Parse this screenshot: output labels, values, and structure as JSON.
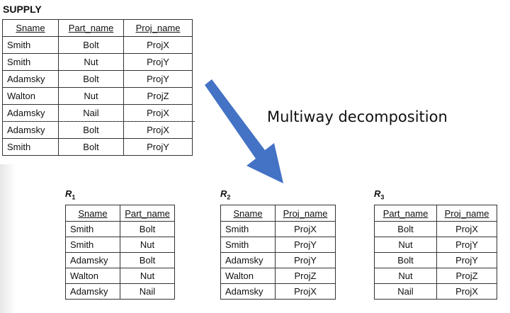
{
  "supply": {
    "title": "SUPPLY",
    "headers": [
      "Sname",
      "Part_name",
      "Proj_name"
    ],
    "rows": [
      [
        "Smith",
        "Bolt",
        "ProjX"
      ],
      [
        "Smith",
        "Nut",
        "ProjY"
      ],
      [
        "Adamsky",
        "Bolt",
        "ProjY"
      ],
      [
        "Walton",
        "Nut",
        "ProjZ"
      ],
      [
        "Adamsky",
        "Nail",
        "ProjX"
      ],
      [
        "Adamsky",
        "Bolt",
        "ProjX"
      ],
      [
        "Smith",
        "Bolt",
        "ProjY"
      ]
    ]
  },
  "caption": "Multiway decomposition",
  "arrow_color": "#4472c4",
  "r1": {
    "letter": "R",
    "index": "1",
    "headers": [
      "Sname",
      "Part_name"
    ],
    "rows": [
      [
        "Smith",
        "Bolt"
      ],
      [
        "Smith",
        "Nut"
      ],
      [
        "Adamsky",
        "Bolt"
      ],
      [
        "Walton",
        "Nut"
      ],
      [
        "Adamsky",
        "Nail"
      ]
    ]
  },
  "r2": {
    "letter": "R",
    "index": "2",
    "headers": [
      "Sname",
      "Proj_name"
    ],
    "rows": [
      [
        "Smith",
        "ProjX"
      ],
      [
        "Smith",
        "ProjY"
      ],
      [
        "Adamsky",
        "ProjY"
      ],
      [
        "Walton",
        "ProjZ"
      ],
      [
        "Adamsky",
        "ProjX"
      ]
    ]
  },
  "r3": {
    "letter": "R",
    "index": "3",
    "headers": [
      "Part_name",
      "Proj_name"
    ],
    "rows": [
      [
        "Bolt",
        "ProjX"
      ],
      [
        "Nut",
        "ProjY"
      ],
      [
        "Bolt",
        "ProjY"
      ],
      [
        "Nut",
        "ProjZ"
      ],
      [
        "Nail",
        "ProjX"
      ]
    ]
  }
}
